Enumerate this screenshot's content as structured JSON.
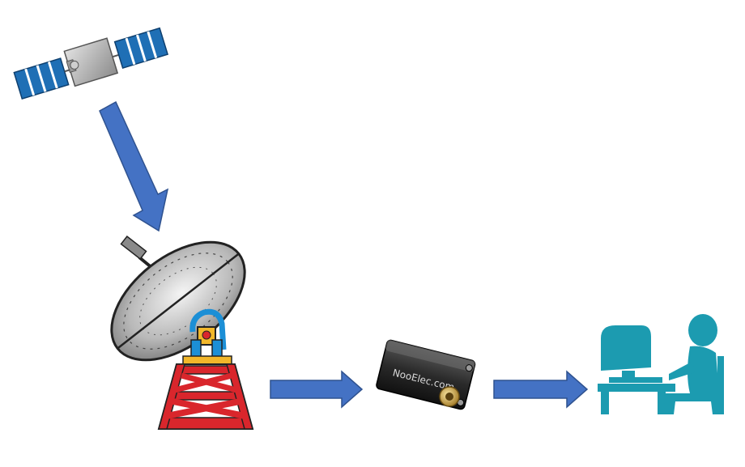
{
  "diagram": {
    "nodes": [
      {
        "id": "satellite",
        "icon": "satellite-icon"
      },
      {
        "id": "antenna",
        "icon": "satellite-dish-icon"
      },
      {
        "id": "sdr",
        "icon": "sdr-dongle-icon",
        "printed_text": "NooElec.com"
      },
      {
        "id": "computer",
        "icon": "computer-user-icon"
      }
    ],
    "edges": [
      {
        "from": "satellite",
        "to": "antenna"
      },
      {
        "from": "antenna",
        "to": "sdr"
      },
      {
        "from": "sdr",
        "to": "computer"
      }
    ]
  },
  "colors": {
    "arrow": "#4472c4",
    "solar_panel": "#1f6fb5",
    "tower": "#d9262c",
    "computer": "#1c9bb0"
  }
}
